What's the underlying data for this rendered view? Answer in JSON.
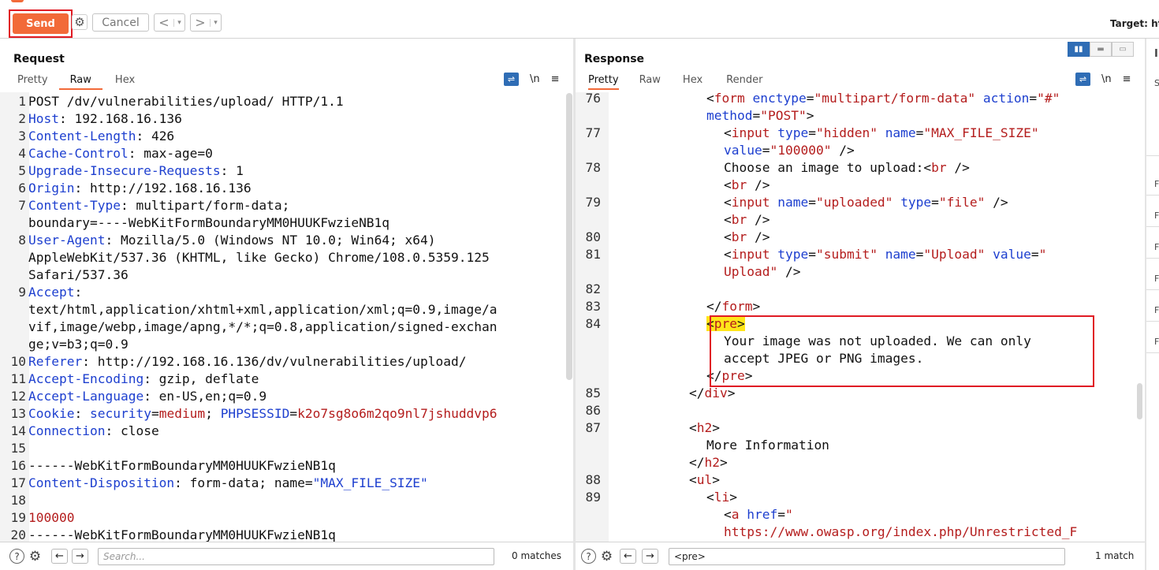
{
  "toolbar": {
    "send": "Send",
    "cancel": "Cancel",
    "back": "<",
    "forward": ">",
    "dropdown": "▾",
    "target": "Target: ht"
  },
  "request": {
    "title": "Request",
    "tabs": [
      "Pretty",
      "Raw",
      "Hex"
    ],
    "active_tab": "Raw",
    "icon_newline": "\\n",
    "lines": [
      {
        "n": "1",
        "k": "",
        "v": "POST /dv/vulnerabilities/upload/ HTTP/1.1"
      },
      {
        "n": "2",
        "k": "Host",
        "v": ": 192.168.16.136"
      },
      {
        "n": "3",
        "k": "Content-Length",
        "v": ": 426"
      },
      {
        "n": "4",
        "k": "Cache-Control",
        "v": ": max-age=0"
      },
      {
        "n": "5",
        "k": "Upgrade-Insecure-Requests",
        "v": ": 1"
      },
      {
        "n": "6",
        "k": "Origin",
        "v": ": http://192.168.16.136"
      },
      {
        "n": "7",
        "k": "Content-Type",
        "v": ": multipart/form-data;"
      },
      {
        "n": "",
        "k": "",
        "v": "boundary=----WebKitFormBoundaryMM0HUUKFwzieNB1q"
      },
      {
        "n": "8",
        "k": "User-Agent",
        "v": ": Mozilla/5.0 (Windows NT 10.0; Win64; x64)"
      },
      {
        "n": "",
        "k": "",
        "v": "AppleWebKit/537.36 (KHTML, like Gecko) Chrome/108.0.5359.125"
      },
      {
        "n": "",
        "k": "",
        "v": "Safari/537.36"
      },
      {
        "n": "9",
        "k": "Accept",
        "v": ":"
      },
      {
        "n": "",
        "k": "",
        "v": "text/html,application/xhtml+xml,application/xml;q=0.9,image/a"
      },
      {
        "n": "",
        "k": "",
        "v": "vif,image/webp,image/apng,*/*;q=0.8,application/signed-exchan"
      },
      {
        "n": "",
        "k": "",
        "v": "ge;v=b3;q=0.9"
      },
      {
        "n": "10",
        "k": "Referer",
        "v": ": http://192.168.16.136/dv/vulnerabilities/upload/"
      },
      {
        "n": "11",
        "k": "Accept-Encoding",
        "v": ": gzip, deflate"
      },
      {
        "n": "12",
        "k": "Accept-Language",
        "v": ": en-US,en;q=0.9"
      },
      {
        "n": "13",
        "k": "Cookie",
        "v": ": ",
        "cookie": true
      },
      {
        "n": "14",
        "k": "Connection",
        "v": ": close"
      },
      {
        "n": "15",
        "k": "",
        "v": ""
      },
      {
        "n": "16",
        "k": "",
        "v": "------WebKitFormBoundaryMM0HUUKFwzieNB1q"
      },
      {
        "n": "17",
        "k": "Content-Disposition",
        "v": ": form-data; name=",
        "tailv": "\"MAX_FILE_SIZE\""
      },
      {
        "n": "18",
        "k": "",
        "v": ""
      },
      {
        "n": "19",
        "k": "",
        "v": "",
        "red": "100000"
      },
      {
        "n": "20",
        "k": "",
        "v": "------WebKitFormBoundaryMM0HUUKFwzieNB1q"
      }
    ],
    "cookie": {
      "k1": "security",
      "eq1": "=",
      "v1": "medium",
      "sep": "; ",
      "k2": "PHPSESSID",
      "eq2": "=",
      "v2": "k2o7sg8o6m2qo9nl7jshuddvp6"
    },
    "search_placeholder": "Search...",
    "matches": "0 matches"
  },
  "response": {
    "title": "Response",
    "tabs": [
      "Pretty",
      "Raw",
      "Hex",
      "Render"
    ],
    "active_tab": "Pretty",
    "icon_newline": "\\n",
    "search_value": "<pre>",
    "matches": "1 match"
  },
  "layout_buttons": [
    "▮▮",
    "▬",
    "▭"
  ],
  "side_letters": [
    "I",
    "S",
    "F",
    "F",
    "F",
    "F",
    "F",
    "F"
  ],
  "colors": {
    "accent": "#f26a39",
    "key": "#1d3fcf",
    "value": "#b41d1d",
    "highlight": "#ffe51a",
    "annotation": "#e01b24"
  }
}
